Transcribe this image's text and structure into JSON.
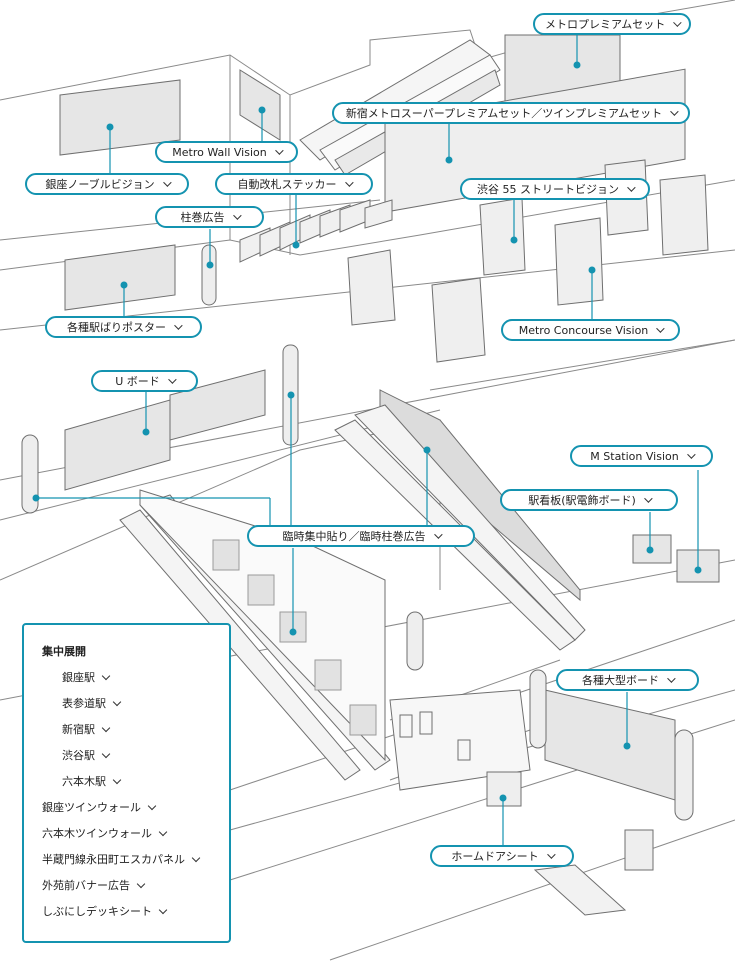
{
  "labels": {
    "metro_premium_set": "メトロプレミアムセット",
    "shinjuku_super_premium": "新宿メトロスーパープレミアムセット／ツインプレミアムセット",
    "metro_wall_vision": "Metro Wall Vision",
    "ginza_noble_vision": "銀座ノーブルビジョン",
    "auto_gate_sticker": "自動改札ステッカー",
    "shibuya55_street_vision": "渋谷 55 ストリートビジョン",
    "pillar_wrap_ad": "柱巻広告",
    "station_posters": "各種駅ばりポスター",
    "metro_concourse_vision": "Metro Concourse Vision",
    "u_board": "U ボード",
    "m_station_vision": "M Station Vision",
    "station_signboard": "駅看板(駅電飾ボード)",
    "temporary_concentrated": "臨時集中貼り／臨時柱巻広告",
    "large_boards": "各種大型ボード",
    "platform_door_sheet": "ホームドアシート"
  },
  "menu": {
    "title": "集中展開",
    "items": [
      {
        "label": "銀座駅",
        "sub": true
      },
      {
        "label": "表参道駅",
        "sub": true
      },
      {
        "label": "新宿駅",
        "sub": true
      },
      {
        "label": "渋谷駅",
        "sub": true
      },
      {
        "label": "六本木駅",
        "sub": true
      },
      {
        "label": "銀座ツインウォール",
        "sub": false
      },
      {
        "label": "六本木ツインウォール",
        "sub": false
      },
      {
        "label": "半蔵門線永田町エスカパネル",
        "sub": false
      },
      {
        "label": "外苑前バナー広告",
        "sub": false
      },
      {
        "label": "しぶにしデッキシート",
        "sub": false
      }
    ]
  },
  "colors": {
    "accent": "#1493b0",
    "line": "#6f6f6f",
    "panel_fill": "#e6e6e6"
  }
}
